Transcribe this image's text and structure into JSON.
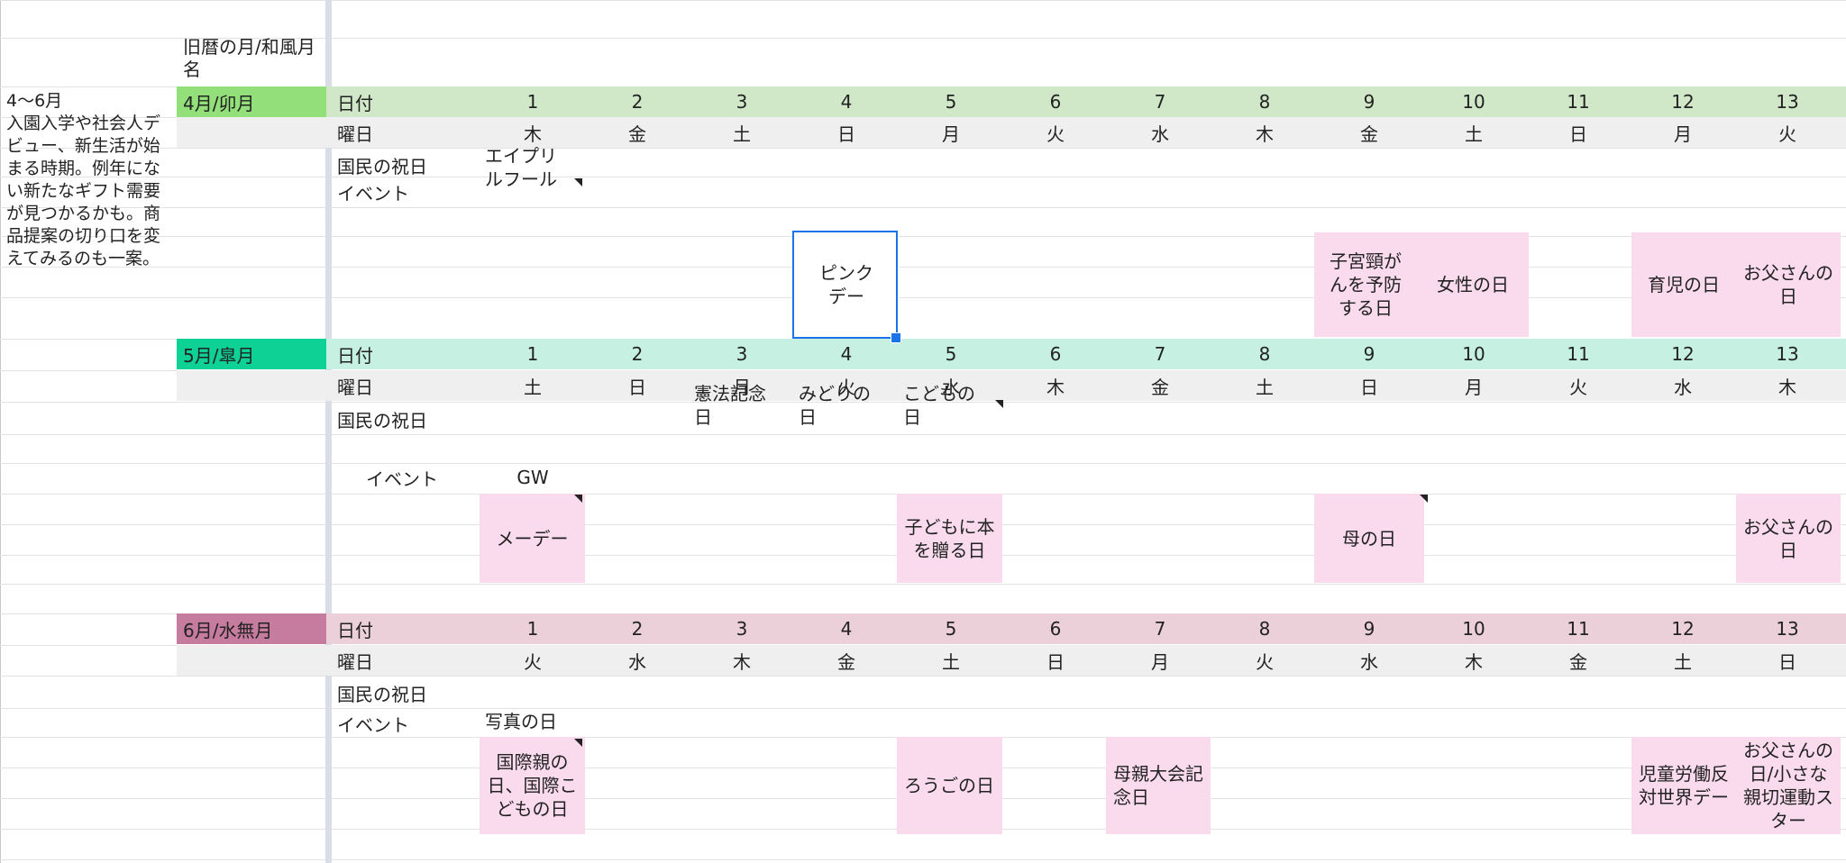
{
  "header_label": "旧暦の月/和風月名",
  "season_note": "4〜6月\n入園入学や社会人デビュー、新生活が始まる時期。例年にない新たなギフト需要が見つかるかも。商品提案の切り口を変えてみるのも一案。",
  "row_labels": {
    "date": "日付",
    "weekday": "曜日",
    "holiday": "国民の祝日",
    "event": "イベント"
  },
  "days": [
    "1",
    "2",
    "3",
    "4",
    "5",
    "6",
    "7",
    "8",
    "9",
    "10",
    "11",
    "12",
    "13"
  ],
  "months": [
    {
      "name": "4月/卯月",
      "color": "#93e07a",
      "band_color": "#d0e8c8",
      "weekdays": [
        "木",
        "金",
        "土",
        "日",
        "月",
        "火",
        "水",
        "木",
        "金",
        "土",
        "日",
        "月",
        "火"
      ],
      "holidays": [],
      "events": [
        {
          "day": 1,
          "text": "エイプリルフール"
        }
      ],
      "pink": [
        {
          "day": 4,
          "text": "ピンクデー"
        },
        {
          "day": 9,
          "text": "子宮頸がんを予防する日"
        },
        {
          "day": 10,
          "text": "女性の日"
        },
        {
          "day": 12,
          "text": "育児の日"
        },
        {
          "day": 13,
          "text": "お父さんの日"
        }
      ]
    },
    {
      "name": "5月/皐月",
      "color": "#0ed196",
      "band_color": "#c5f0e2",
      "weekdays": [
        "土",
        "日",
        "月",
        "火",
        "水",
        "木",
        "金",
        "土",
        "日",
        "月",
        "火",
        "水",
        "木"
      ],
      "holidays": [
        {
          "day": 3,
          "text": "憲法記念日"
        },
        {
          "day": 4,
          "text": "みどりの日"
        },
        {
          "day": 5,
          "text": "こどもの日"
        }
      ],
      "events": [
        {
          "day": 1,
          "text": "GW"
        }
      ],
      "pink": [
        {
          "day": 1,
          "text": "メーデー"
        },
        {
          "day": 5,
          "text": "子どもに本を贈る日"
        },
        {
          "day": 9,
          "text": "母の日"
        },
        {
          "day": 13,
          "text": "お父さんの日"
        }
      ]
    },
    {
      "name": "6月/水無月",
      "color": "#c67c9f",
      "band_color": "#ebcfd9",
      "weekdays": [
        "火",
        "水",
        "木",
        "金",
        "土",
        "日",
        "月",
        "火",
        "水",
        "木",
        "金",
        "土",
        "日"
      ],
      "holidays": [],
      "events": [
        {
          "day": 1,
          "text": "写真の日"
        }
      ],
      "pink": [
        {
          "day": 1,
          "text": "国際親の日、国際こどもの日"
        },
        {
          "day": 5,
          "text": "ろうごの日"
        },
        {
          "day": 7,
          "text": "母親大会記念日"
        },
        {
          "day": 12,
          "text": "児童労働反対世界デー"
        },
        {
          "day": 13,
          "text": "お父さんの日/小さな親切運動スター"
        }
      ]
    }
  ],
  "row_band_color": "#efefef",
  "pink_color": "#f9dbed",
  "selection_color": "#1a73e8"
}
